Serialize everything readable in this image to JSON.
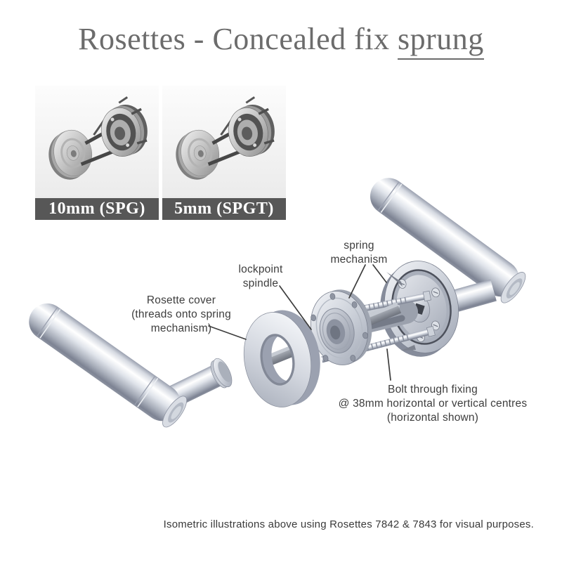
{
  "title": {
    "plain": "Rosettes - Concealed fix ",
    "underlined": "sprung"
  },
  "variants": [
    {
      "label": "10mm (SPG)"
    },
    {
      "label": "5mm (SPGT)"
    }
  ],
  "diagram": {
    "labels": {
      "spring_mechanism": "spring\nmechanism",
      "lockpoint_spindle": "lockpoint\nspindle",
      "rosette_cover": "Rosette cover\n(threads onto spring\nmechanism)",
      "bolt_through_fixing": "Bolt through fixing\n@ 38mm horizontal or vertical centres\n(horizontal shown)"
    },
    "parts": [
      "left-lever-handle",
      "rosette-cover-ring",
      "lockpoint-spindle",
      "spring-mechanism-flange",
      "bolt-through-fixings",
      "back-rosette",
      "right-lever-handle"
    ]
  },
  "footnote": "Isometric illustrations above using Rosettes 7842 & 7843 for visual purposes.",
  "colors": {
    "title_text": "#6c6c6c",
    "label_bar_bg": "#575757",
    "label_bar_text": "#ffffff",
    "annotation_text": "#3d3d3d",
    "metal_highlight": "#f5f7fa",
    "metal_mid": "#c6ccd6",
    "metal_shadow": "#8b92a2"
  }
}
